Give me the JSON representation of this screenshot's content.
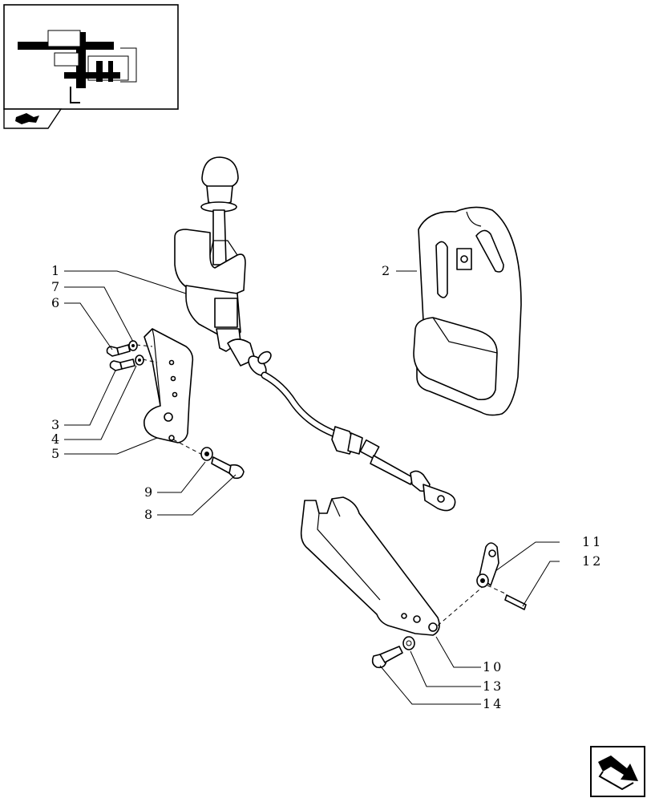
{
  "callouts": [
    {
      "id": "1",
      "label": "1"
    },
    {
      "id": "2",
      "label": "2"
    },
    {
      "id": "3",
      "label": "3"
    },
    {
      "id": "4",
      "label": "4"
    },
    {
      "id": "5",
      "label": "5"
    },
    {
      "id": "6",
      "label": "6"
    },
    {
      "id": "7",
      "label": "7"
    },
    {
      "id": "8",
      "label": "8"
    },
    {
      "id": "9",
      "label": "9"
    },
    {
      "id": "10",
      "label": "10"
    },
    {
      "id": "11",
      "label": "11"
    },
    {
      "id": "12",
      "label": "12"
    },
    {
      "id": "13",
      "label": "13"
    },
    {
      "id": "14",
      "label": "14"
    }
  ],
  "icons": {
    "thumbnail": "assembly-thumbnail-icon",
    "section_tab": "book-arrow-icon",
    "next_page": "next-page-arrow-icon"
  },
  "colors": {
    "line": "#000000",
    "background": "#ffffff"
  }
}
